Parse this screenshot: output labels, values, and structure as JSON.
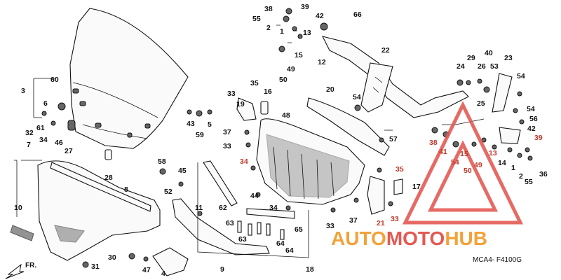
{
  "callouts": [
    {
      "n": "38"
    },
    {
      "n": "39"
    },
    {
      "n": "55"
    },
    {
      "n": "42"
    },
    {
      "n": "66"
    },
    {
      "n": "2"
    },
    {
      "n": "1"
    },
    {
      "n": "13"
    },
    {
      "n": "15"
    },
    {
      "n": "12"
    },
    {
      "n": "49"
    },
    {
      "n": "50"
    },
    {
      "n": "22"
    },
    {
      "n": "60"
    },
    {
      "n": "3"
    },
    {
      "n": "6"
    },
    {
      "n": "32"
    },
    {
      "n": "61"
    },
    {
      "n": "34"
    },
    {
      "n": "46"
    },
    {
      "n": "27"
    },
    {
      "n": "28"
    },
    {
      "n": "43"
    },
    {
      "n": "59"
    },
    {
      "n": "5"
    },
    {
      "n": "19"
    },
    {
      "n": "35"
    },
    {
      "n": "33"
    },
    {
      "n": "16"
    },
    {
      "n": "20"
    },
    {
      "n": "54"
    },
    {
      "n": "29"
    },
    {
      "n": "40"
    },
    {
      "n": "24"
    },
    {
      "n": "26"
    },
    {
      "n": "53"
    },
    {
      "n": "23"
    },
    {
      "n": "54"
    },
    {
      "n": "48"
    },
    {
      "n": "25"
    },
    {
      "n": "54"
    },
    {
      "n": "56"
    },
    {
      "n": "42"
    },
    {
      "n": "37"
    },
    {
      "n": "33"
    },
    {
      "n": "57"
    },
    {
      "n": "38"
    },
    {
      "n": "41"
    },
    {
      "n": "15"
    },
    {
      "n": "13"
    },
    {
      "n": "39"
    },
    {
      "n": "34"
    },
    {
      "n": "54"
    },
    {
      "n": "50"
    },
    {
      "n": "49"
    },
    {
      "n": "14"
    },
    {
      "n": "1"
    },
    {
      "n": "2"
    },
    {
      "n": "55"
    },
    {
      "n": "36"
    },
    {
      "n": "7"
    },
    {
      "n": "58"
    },
    {
      "n": "45"
    },
    {
      "n": "52"
    },
    {
      "n": "35"
    },
    {
      "n": "17"
    },
    {
      "n": "44"
    },
    {
      "n": "8"
    },
    {
      "n": "62"
    },
    {
      "n": "34"
    },
    {
      "n": "10"
    },
    {
      "n": "11"
    },
    {
      "n": "63"
    },
    {
      "n": "65"
    },
    {
      "n": "63"
    },
    {
      "n": "64"
    },
    {
      "n": "64"
    },
    {
      "n": "37"
    },
    {
      "n": "33"
    },
    {
      "n": "21"
    },
    {
      "n": "33"
    },
    {
      "n": "31"
    },
    {
      "n": "30"
    },
    {
      "n": "47"
    },
    {
      "n": "4"
    },
    {
      "n": "9"
    },
    {
      "n": "18"
    }
  ],
  "front_label": "FR.",
  "diagram_code": "MCA4- F4100G",
  "watermark": {
    "part1": "AUTO",
    "part2": "MOTO",
    "part3": "HUB"
  },
  "colors": {
    "watermark_red": "#e35a53",
    "watermark_orange": "#f2a23a",
    "line": "#111111"
  }
}
